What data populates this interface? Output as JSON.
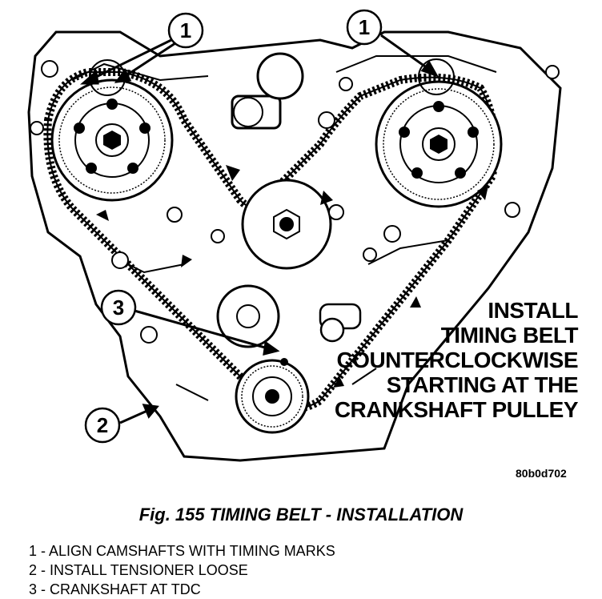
{
  "callouts": [
    {
      "num": "1"
    },
    {
      "num": "1"
    },
    {
      "num": "2"
    },
    {
      "num": "3"
    }
  ],
  "instruction_lines": [
    "INSTALL",
    "TIMING BELT",
    "COUNTERCLOCKWISE",
    "STARTING AT THE",
    "CRANKSHAFT PULLEY"
  ],
  "image_code": "80b0d702",
  "caption": "Fig. 155 TIMING BELT - INSTALLATION",
  "legend": [
    "1 - ALIGN CAMSHAFTS WITH TIMING MARKS",
    "2 - INSTALL TENSIONER LOOSE",
    "3 - CRANKSHAFT AT TDC"
  ]
}
